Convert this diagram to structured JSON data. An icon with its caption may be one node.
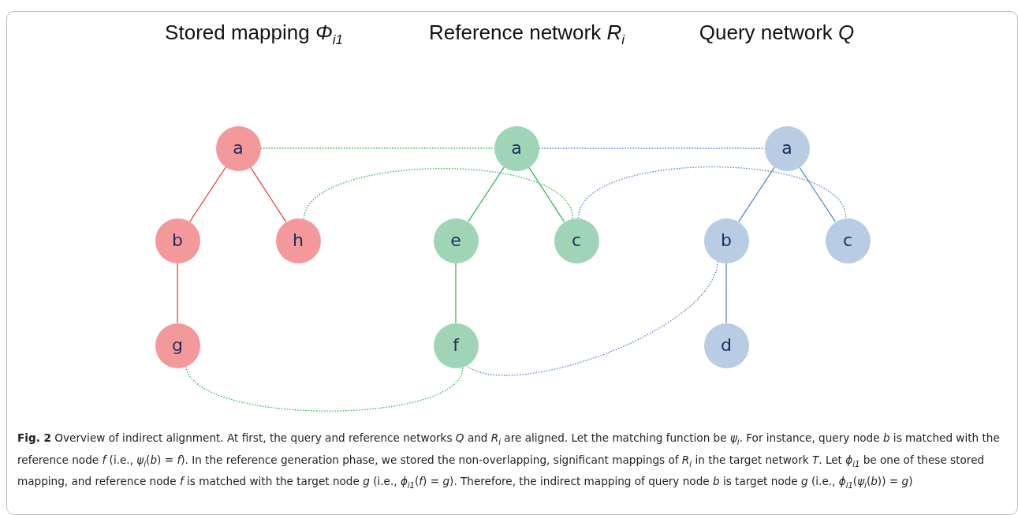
{
  "diagram": {
    "caption": "**Fig. 2** Overview of indirect alignment. At first, the query and reference networks *Q* and *R*$_{i}$ are aligned. Let the matching function be *ψ*$_{i}$. For instance, query node *b* is matched with the reference node *f* (i.e., *ψ*$_{i}$(*b*) = *f*). In the reference generation phase, we stored the non-overlapping, significant mappings of *R*$_{i}$ in the target network *T*. Let *ϕ*$_{i1}$ be one of these stored mapping, and reference node *f* is matched with the target node *g* (i.e., *ϕ*$_{i1}$(*f*) = *g*). Therefore, the indirect mapping of query node *b* is target node *g* (i.e., *ϕ*$_{i1}$(*ψ*$_{i}$(*b*)) = *g*)",
    "nodes": [
      {
        "text": [
          "a"
        ]
      },
      {
        "text": [
          "b"
        ]
      },
      {
        "text": [
          "h"
        ]
      },
      {
        "text": [
          "g"
        ]
      },
      {
        "text": [
          "a"
        ]
      },
      {
        "text": [
          "e"
        ]
      },
      {
        "text": [
          "c"
        ]
      },
      {
        "text": [
          "f"
        ]
      },
      {
        "text": [
          "a"
        ]
      },
      {
        "text": [
          "b"
        ]
      },
      {
        "text": [
          "c"
        ]
      },
      {
        "text": [
          "d"
        ]
      }
    ],
    "edges": [
      {
        "from": 0,
        "to": 1,
        "arrow": "none",
        "color": "#e8474c"
      },
      {
        "from": 0,
        "to": 2,
        "arrow": "none",
        "color": "#e8474c"
      },
      {
        "from": 1,
        "to": 3,
        "arrow": "none",
        "color": "#e8474c"
      },
      {
        "from": 4,
        "to": 5,
        "arrow": "none",
        "color": "#3cb55a"
      },
      {
        "from": 4,
        "to": 6,
        "arrow": "none",
        "color": "#3cb55a"
      },
      {
        "from": 5,
        "to": 7,
        "arrow": "none",
        "color": "#3cb55a"
      },
      {
        "from": 8,
        "to": 9,
        "arrow": "none",
        "color": "#5b86c5"
      },
      {
        "from": 8,
        "to": 10,
        "arrow": "none",
        "color": "#5b86c5"
      },
      {
        "from": 9,
        "to": 11,
        "arrow": "none",
        "color": "#5b86c5"
      },
      {
        "from": 0,
        "to": 4,
        "arrow": "none",
        "style": "dashed",
        "color": "#3cb55a"
      },
      {
        "from": 4,
        "to": 8,
        "arrow": "none",
        "style": "dashed",
        "color": "#5b86c5"
      },
      {
        "from": 2,
        "to": 6,
        "arrow": "none",
        "style": "dashed",
        "color": "#3cb55a"
      },
      {
        "from": 6,
        "to": 10,
        "arrow": "none",
        "style": "dashed",
        "color": "#5b86c5"
      },
      {
        "from": 9,
        "to": 7,
        "arrow": "none",
        "style": "dashed",
        "color": "#5b86c5"
      },
      {
        "from": 3,
        "to": 7,
        "arrow": "none",
        "style": "dashed",
        "color": "#3cb55a"
      }
    ],
    "labels": [
      "Stored mapping *Φ*$_{i1}$",
      "Reference network *R*$_{i}$",
      "Query network *Q*"
    ]
  }
}
